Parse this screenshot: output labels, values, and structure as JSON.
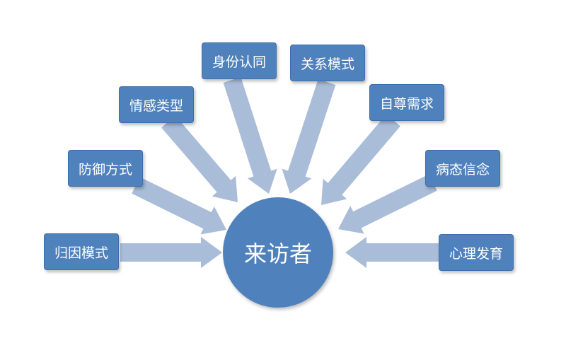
{
  "center": {
    "label": "来访者"
  },
  "factors": [
    {
      "id": "attribution",
      "label": "归因模式"
    },
    {
      "id": "defense",
      "label": "防御方式"
    },
    {
      "id": "emotion",
      "label": "情感类型"
    },
    {
      "id": "identity",
      "label": "身份认同"
    },
    {
      "id": "relationship",
      "label": "关系模式"
    },
    {
      "id": "self-esteem",
      "label": "自尊需求"
    },
    {
      "id": "belief",
      "label": "病态信念"
    },
    {
      "id": "development",
      "label": "心理发育"
    }
  ],
  "colors": {
    "node": "#4f81bd",
    "arrow": "#a9bcd8"
  }
}
